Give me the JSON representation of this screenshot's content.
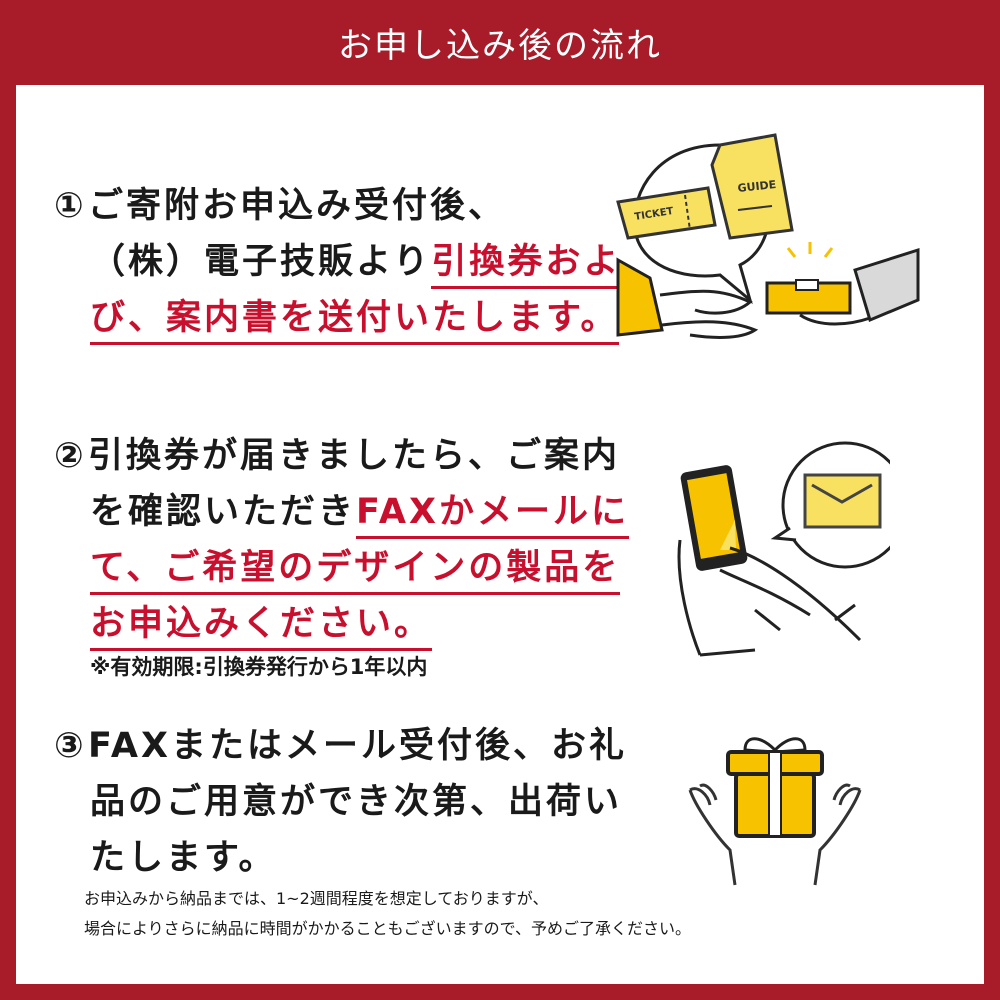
{
  "header": {
    "title": "お申し込み後の流れ"
  },
  "colors": {
    "brand_red": "#a81c2a",
    "accent_red": "#c8102e",
    "yellow": "#f7c200",
    "light_yellow": "#f8e060",
    "gray": "#d9d9d9"
  },
  "steps": [
    {
      "number": "①",
      "lines": [
        {
          "black": "ご寄附お申込み受付後、",
          "red": ""
        },
        {
          "black": "（株）電子技販より",
          "red": "引換券およ"
        },
        {
          "black": "",
          "red": "び、案内書を送付いたします。"
        }
      ],
      "illustration": {
        "name": "hand-over-ticket-guide-illustration",
        "ticket_label": "TICKET",
        "guide_label": "GUIDE"
      }
    },
    {
      "number": "②",
      "lines": [
        {
          "black": "引換券が届きましたら、ご案内",
          "red": ""
        },
        {
          "black": "を確認いただき",
          "red": "FAXかメールに"
        },
        {
          "black": "",
          "red": "て、ご希望のデザインの製品を"
        },
        {
          "black": "",
          "red": "お申込みください。"
        }
      ],
      "note": "※有効期限:引換券発行から1年以内",
      "illustration": {
        "name": "smartphone-mail-illustration"
      }
    },
    {
      "number": "③",
      "lines": [
        {
          "black": "FAXまたはメール受付後、お礼",
          "red": ""
        },
        {
          "black": "品のご用意ができ次第、出荷い",
          "red": ""
        },
        {
          "black": "たします。",
          "red": ""
        }
      ],
      "illustration": {
        "name": "gift-hands-illustration"
      }
    }
  ],
  "footnote": {
    "line1": "お申込みから納品までは、1~2週間程度を想定しておりますが、",
    "line2": "場合によりさらに納品に時間がかかることもございますので、予めご了承ください。"
  }
}
